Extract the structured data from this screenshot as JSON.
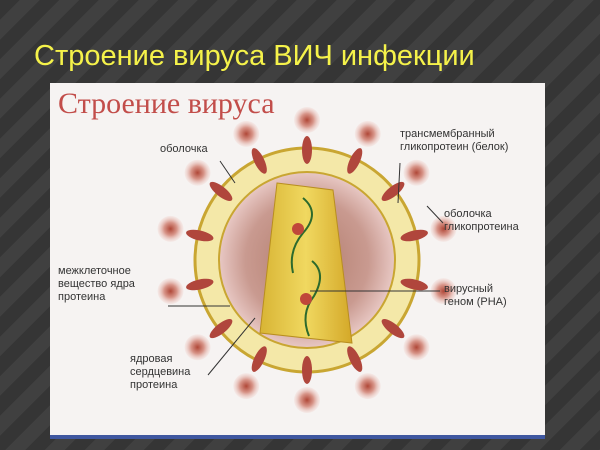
{
  "slide": {
    "title": "Строение вируса ВИЧ инфекции"
  },
  "figure": {
    "title": "Строение вируса",
    "labels": {
      "envelope": [
        "оболочка"
      ],
      "transmembrane": [
        "трансмембранный",
        "гликопротеин (белок)"
      ],
      "glyco_envelope": [
        "оболочка",
        "гликопротеина"
      ],
      "intercellular": [
        "межклеточное",
        "вещество ядра",
        "протеина"
      ],
      "genome": [
        "вирусный",
        "геном (РНА)"
      ],
      "core": [
        "ядровая",
        "сердцевина",
        "протеина"
      ]
    }
  }
}
